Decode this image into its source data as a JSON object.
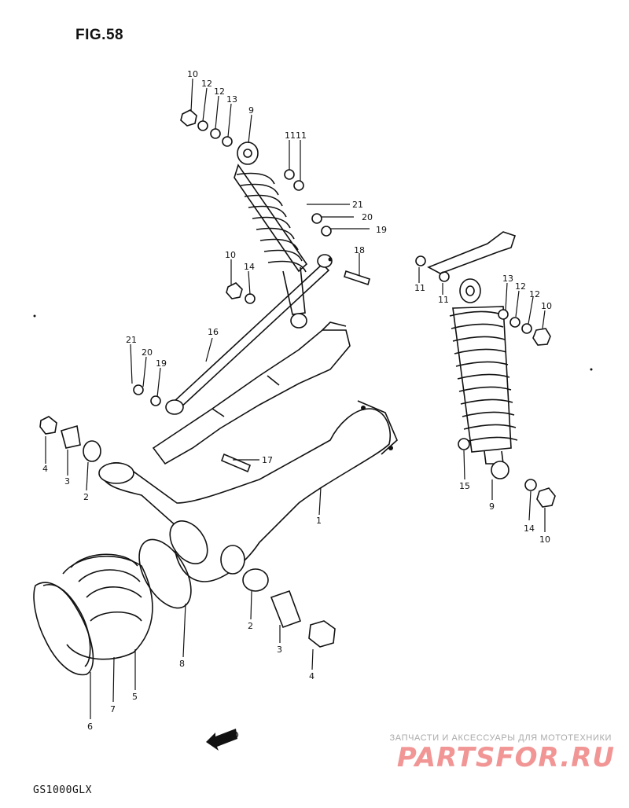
{
  "figure_title": "FIG.58",
  "model": "GS1000GLX",
  "watermark": {
    "tagline": "ЗАПЧАСТИ И АКСЕССУАРЫ ДЛЯ МОТОТЕХНИКИ",
    "logo": "PARTSFOR.RU"
  },
  "fwd_mark": "FWD",
  "callouts": [
    "10",
    "12",
    "12",
    "13",
    "9",
    "11",
    "11",
    "21",
    "20",
    "19",
    "18",
    "10",
    "14",
    "16",
    "21",
    "20",
    "19",
    "11",
    "11",
    "13",
    "12",
    "12",
    "10",
    "4",
    "3",
    "2",
    "17",
    "15",
    "9",
    "14",
    "10",
    "1",
    "8",
    "2",
    "3",
    "4",
    "6",
    "7",
    "5"
  ]
}
